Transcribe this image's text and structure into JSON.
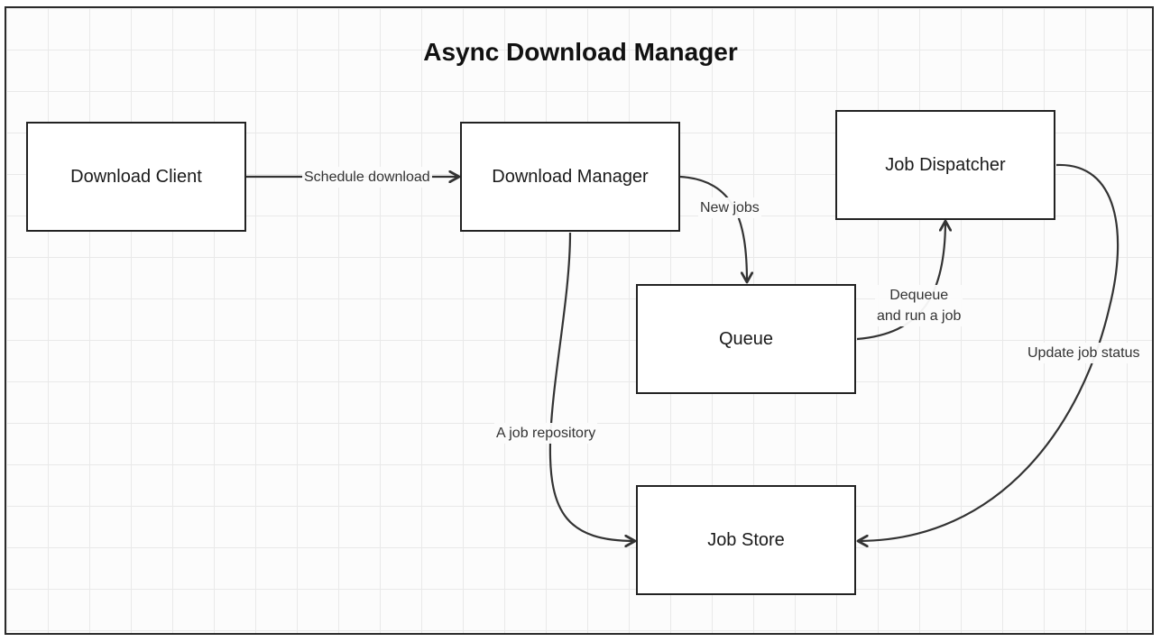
{
  "diagram": {
    "title": "Async Download Manager",
    "nodes": {
      "download_client": "Download Client",
      "download_manager": "Download Manager",
      "job_dispatcher": "Job Dispatcher",
      "queue": "Queue",
      "job_store": "Job Store"
    },
    "edges": {
      "schedule_download": "Schedule download",
      "new_jobs": "New jobs",
      "dequeue_line1": "Dequeue",
      "dequeue_line2": "and run a job",
      "job_repository": "A job repository",
      "update_job_status": "Update job status"
    }
  }
}
